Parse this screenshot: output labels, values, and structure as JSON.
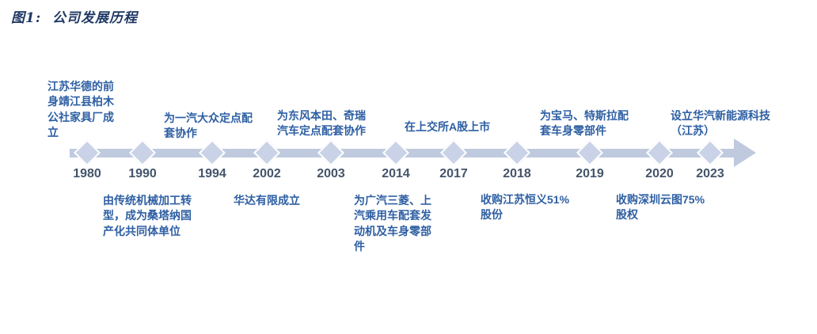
{
  "figure_title": "图1:  公司发展历程",
  "timeline": {
    "events": [
      {
        "year": "1980",
        "side": "top",
        "annotation": "江苏华德的前身靖江县柏木公社家具厂成立"
      },
      {
        "year": "1990",
        "side": "bottom",
        "annotation": "由传统机械加工转型，成为桑塔纳国产化共同体单位"
      },
      {
        "year": "1994",
        "side": "top",
        "annotation": "为一汽大众定点配套协作"
      },
      {
        "year": "2002",
        "side": "bottom",
        "annotation": "华达有限成立"
      },
      {
        "year": "2003",
        "side": "top",
        "annotation": "为东风本田、奇瑞汽车定点配套协作"
      },
      {
        "year": "2014",
        "side": "bottom",
        "annotation": "为广汽三菱、上汽乘用车配套发动机及车身零部件"
      },
      {
        "year": "2017",
        "side": "top",
        "annotation": "在上交所A股上市"
      },
      {
        "year": "2018",
        "side": "bottom",
        "annotation": "收购江苏恒义51%股份"
      },
      {
        "year": "2019",
        "side": "top",
        "annotation": "为宝马、特斯拉配套车身零部件"
      },
      {
        "year": "2020",
        "side": "bottom",
        "annotation": "收购深圳云图75%股权"
      },
      {
        "year": "2023",
        "side": "top",
        "annotation": "设立华汽新能源科技（江苏）"
      }
    ]
  },
  "colors": {
    "title": "#1f3864",
    "annotation": "#2e5fa3",
    "year": "#44546a",
    "bar": "#bfcadf",
    "diamond": "#c9d2e6"
  }
}
